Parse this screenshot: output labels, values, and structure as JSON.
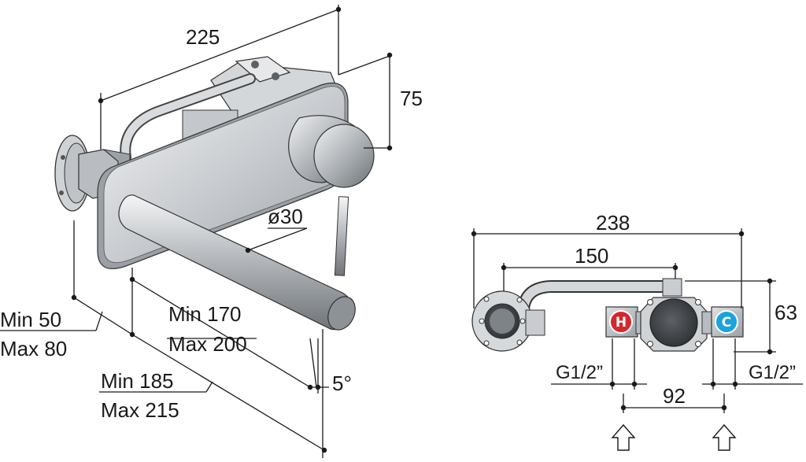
{
  "left_view": {
    "width_dim": "225",
    "height_dim": "75",
    "spout_diameter": "ø30",
    "wall_depth_min": "Min 50",
    "wall_depth_max": "Max 80",
    "spout_reach_min": "Min 170",
    "spout_reach_max": "Max 200",
    "total_reach_min": "Min 185",
    "total_reach_max": "Max 215",
    "angle": "5°"
  },
  "right_view": {
    "overall_width": "238",
    "inner_width": "150",
    "height_dim": "63",
    "inlet_spacing": "92",
    "thread_left": "G1/2”",
    "thread_right": "G1/2”",
    "hot_label": "H",
    "cold_label": "C"
  },
  "colors": {
    "hot": "#d7262d",
    "cold": "#1aa3dd",
    "metal_light": "#e2e4e6",
    "metal_dark": "#8c9195"
  }
}
